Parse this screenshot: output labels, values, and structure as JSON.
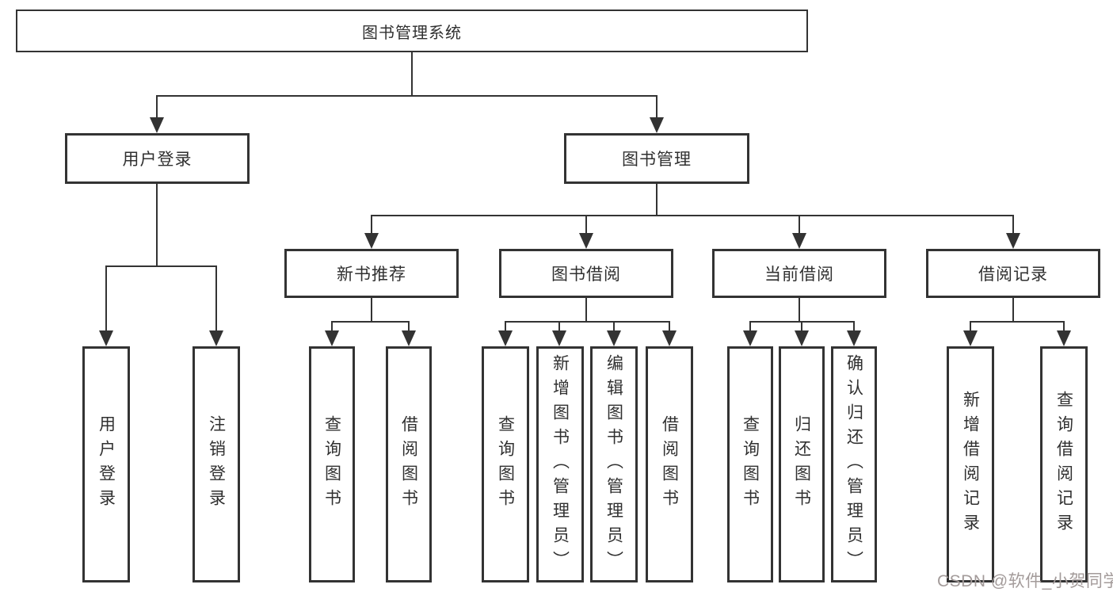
{
  "tree": {
    "root": {
      "label": "图书管理系统",
      "children": [
        {
          "label": "用户登录",
          "children": [
            {
              "label": "用户登录"
            },
            {
              "label": "注销登录"
            }
          ]
        },
        {
          "label": "图书管理",
          "children": [
            {
              "label": "新书推荐",
              "children": [
                {
                  "label": "查询图书"
                },
                {
                  "label": "借阅图书"
                }
              ]
            },
            {
              "label": "图书借阅",
              "children": [
                {
                  "label": "查询图书"
                },
                {
                  "label": "新增图书（管理员）"
                },
                {
                  "label": "编辑图书（管理员）"
                },
                {
                  "label": "借阅图书"
                }
              ]
            },
            {
              "label": "当前借阅",
              "children": [
                {
                  "label": "查询图书"
                },
                {
                  "label": "归还图书"
                },
                {
                  "label": "确认归还（管理员）"
                }
              ]
            },
            {
              "label": "借阅记录",
              "children": [
                {
                  "label": "新增借阅记录"
                },
                {
                  "label": "查询借阅记录"
                }
              ]
            }
          ]
        }
      ]
    }
  },
  "watermark": {
    "text": "CSDN @软件_小贺同学"
  },
  "colors": {
    "line": "#333333",
    "text": "#303030",
    "background": "#ffffff",
    "watermark": "#a39b9a"
  }
}
